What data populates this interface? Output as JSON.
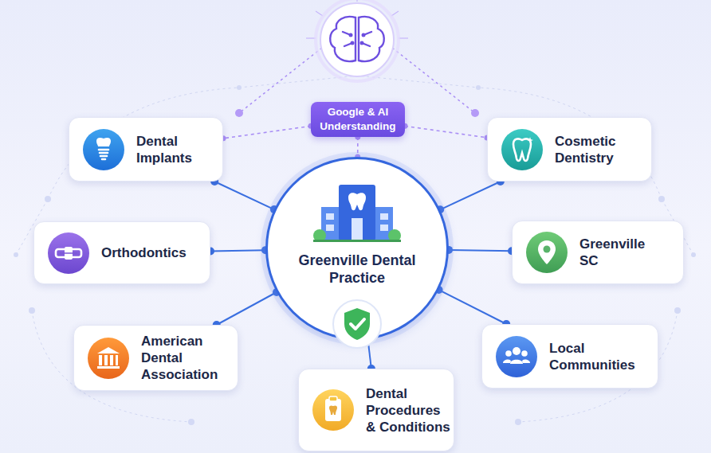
{
  "diagram": {
    "nodes": [
      {
        "text": [
          "Google & AI Understanding"
        ]
      },
      {
        "text": [
          "Dental Implants"
        ]
      },
      {
        "text": [
          "Cosmetic Dentistry"
        ]
      },
      {
        "text": [
          "Orthodontics"
        ]
      },
      {
        "text": [
          "Greenville Dental Practice"
        ]
      },
      {
        "text": [
          "Greenville SC"
        ]
      },
      {
        "text": [
          "American Dental Association"
        ]
      },
      {
        "text": [
          "Local Communities"
        ]
      },
      {
        "text": [
          "Dental Procedures & Conditions"
        ]
      }
    ],
    "edges": [
      {
        "from": 0,
        "to": 4,
        "arrow": "none"
      },
      {
        "from": 0,
        "to": 1,
        "arrow": "none"
      },
      {
        "from": 0,
        "to": 2,
        "arrow": "none"
      },
      {
        "from": 4,
        "to": 1,
        "arrow": "none"
      },
      {
        "from": 4,
        "to": 2,
        "arrow": "none"
      },
      {
        "from": 4,
        "to": 3,
        "arrow": "none"
      },
      {
        "from": 4,
        "to": 5,
        "arrow": "none"
      },
      {
        "from": 4,
        "to": 6,
        "arrow": "none"
      },
      {
        "from": 4,
        "to": 7,
        "arrow": "none"
      },
      {
        "from": 4,
        "to": 8,
        "arrow": "none"
      }
    ]
  }
}
